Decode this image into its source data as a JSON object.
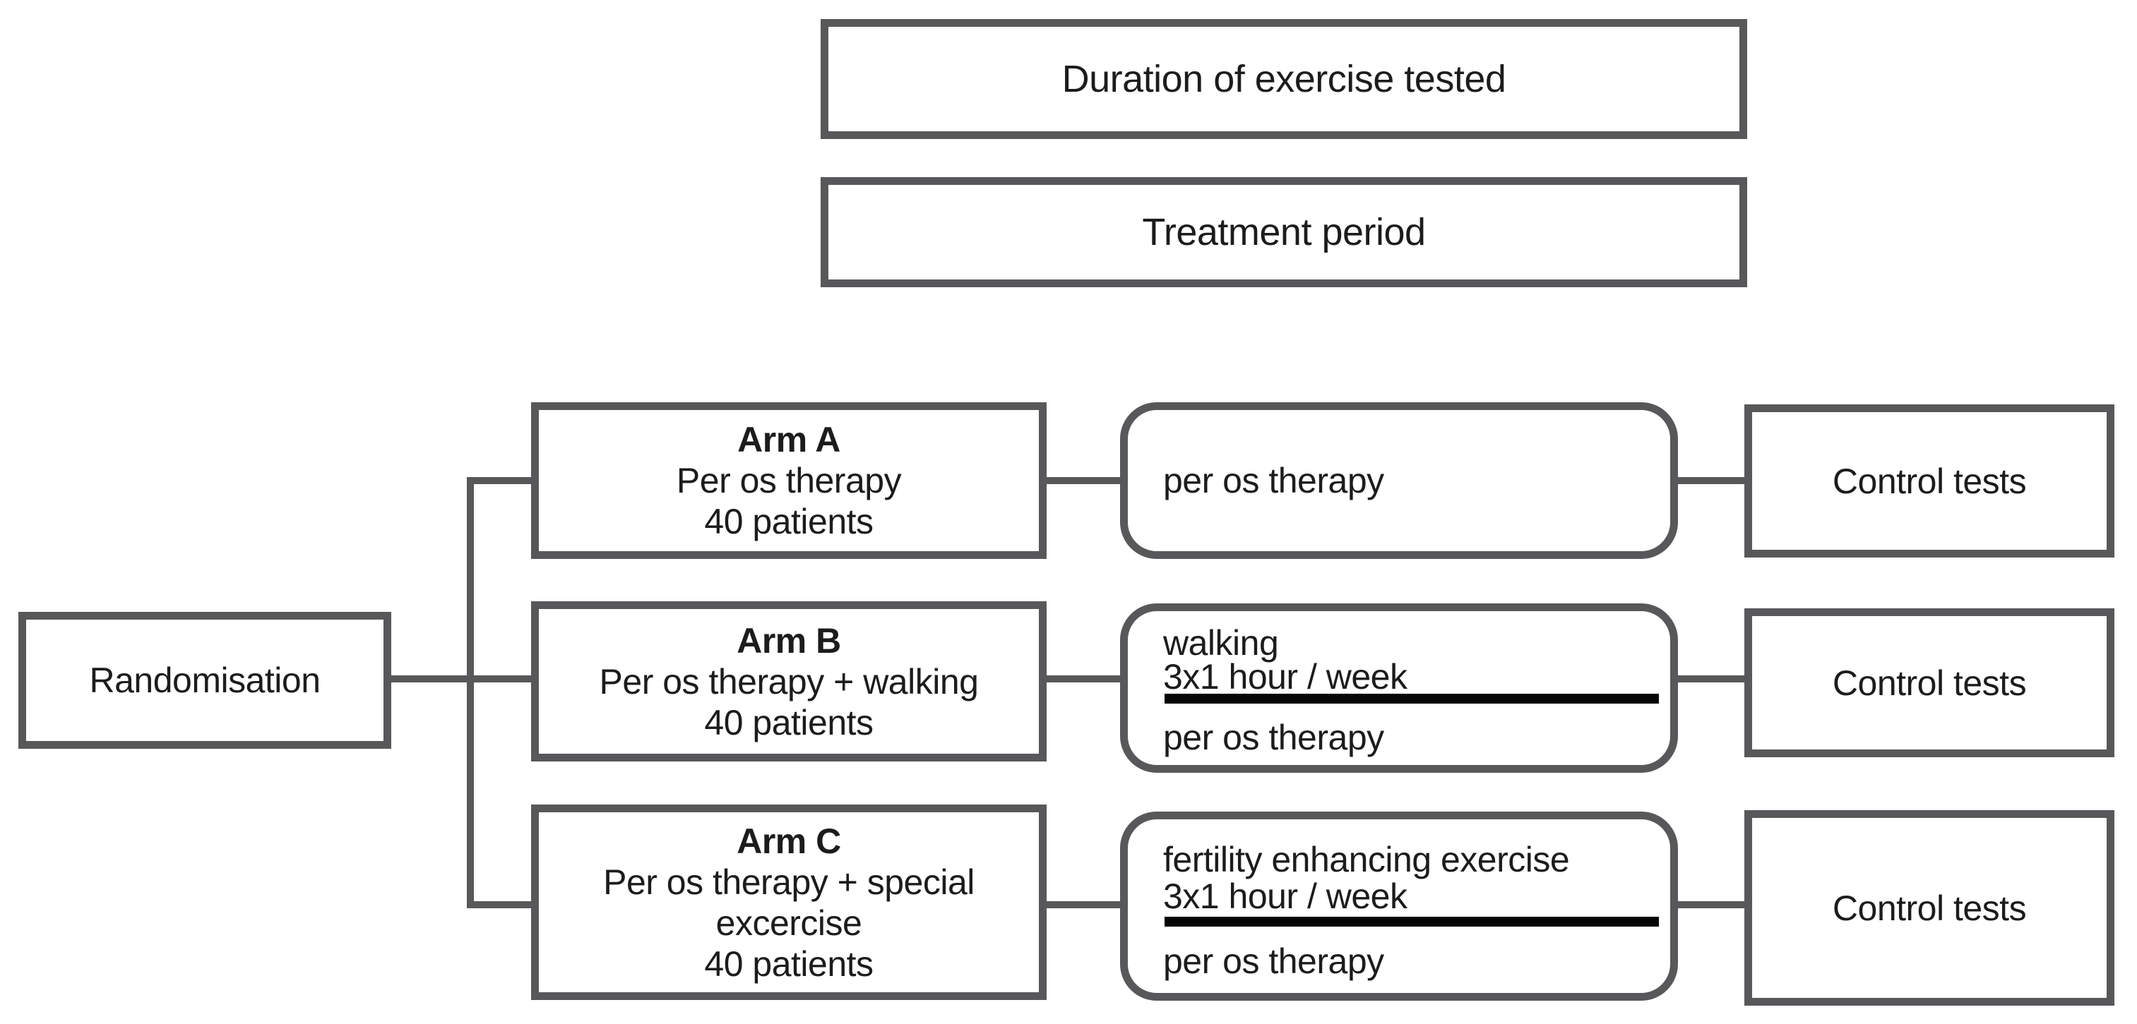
{
  "title_boxes": {
    "duration": "Duration of exercise tested",
    "treatment_period": "Treatment period"
  },
  "randomisation": "Randomisation",
  "arms": [
    {
      "name": "Arm A",
      "desc1": "Per os therapy",
      "patients": "40 patients",
      "treatment": {
        "line1": "per os therapy"
      },
      "control": "Control tests"
    },
    {
      "name": "Arm B",
      "desc1": "Per os therapy + walking",
      "patients": "40 patients",
      "treatment": {
        "line1": "walking",
        "line2": "3x1 hour / week",
        "line3": "per os therapy"
      },
      "control": "Control tests"
    },
    {
      "name": "Arm C",
      "desc1": "Per os therapy + special",
      "desc2": "excercise",
      "patients": "40 patients",
      "treatment": {
        "line1": "fertility enhancing exercise",
        "line2": "3x1 hour / week",
        "line3": "per os therapy"
      },
      "control": "Control tests"
    }
  ],
  "colors": {
    "border": "#58585a",
    "text": "#1c1c1c",
    "fraction_bar": "#060606",
    "background": "#ffffff"
  }
}
